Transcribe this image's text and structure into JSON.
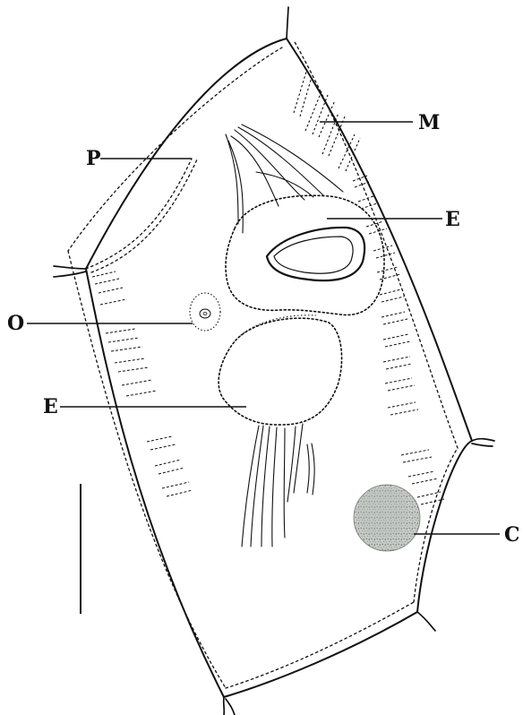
{
  "labels": {
    "m": "M",
    "p": "P",
    "e_top": "E",
    "o": "O",
    "e_bottom": "E",
    "c": "C"
  },
  "colors": {
    "ink": "#111111",
    "stipple": "#8f9490",
    "stipple_light": "#b8bdb8",
    "background": "#ffffff"
  }
}
